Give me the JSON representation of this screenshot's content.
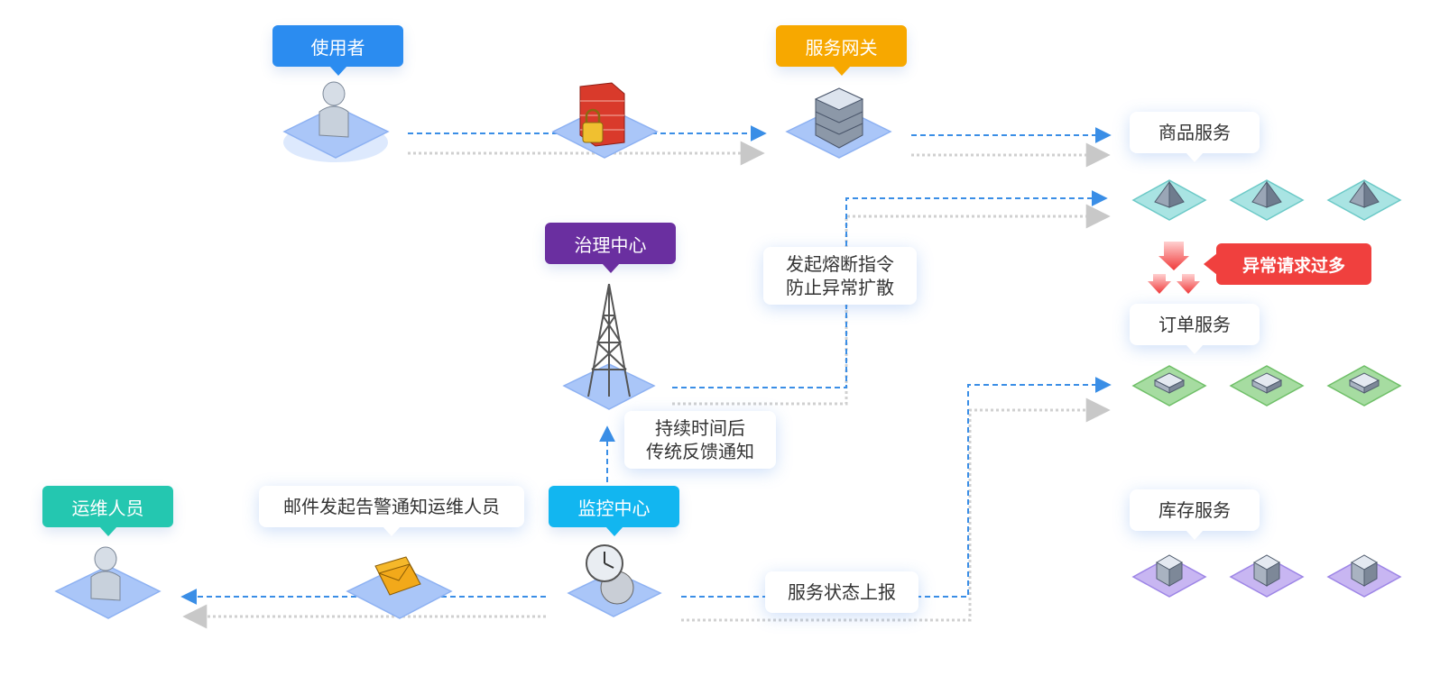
{
  "tags": {
    "user": "使用者",
    "gateway": "服务网关",
    "governance": "治理中心",
    "monitor": "监控中心",
    "ops": "运维人员"
  },
  "services": {
    "product": "商品服务",
    "order": "订单服务",
    "inventory": "库存服务"
  },
  "notes": {
    "fuse_line1": "发起熔断指令",
    "fuse_line2": "防止异常扩散",
    "feedback_line1": "持续时间后",
    "feedback_line2": "传统反馈通知",
    "email": "邮件发起告警通知运维人员",
    "report": "服务状态上报"
  },
  "alert": "异常请求过多",
  "colors": {
    "user": "#2b8cf0",
    "gateway": "#f7a800",
    "governance": "#6a2fa0",
    "monitor": "#12b6f0",
    "ops": "#24c7b0",
    "alert": "#f0403e",
    "flow": "#3a8ee6",
    "product_node": "#a9e4e3",
    "order_node": "#a6dca1",
    "inventory_node": "#c8b6f2"
  },
  "icons": {
    "user": "person-icon",
    "firewall": "firewall-lock-icon",
    "gateway": "server-icon",
    "governance": "tower-icon",
    "monitor": "clock-gear-icon",
    "email": "envelope-icon",
    "ops": "person-icon",
    "service_node": "cube-icon"
  }
}
